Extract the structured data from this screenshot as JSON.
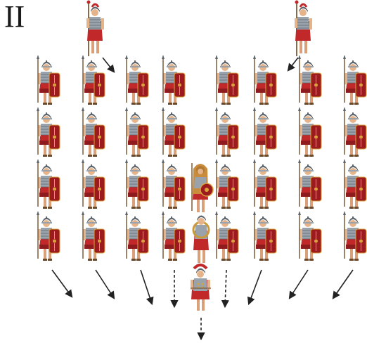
{
  "figure": {
    "label": "II",
    "colors": {
      "tunic": "#c0282a",
      "tunic_dark": "#8e1c1e",
      "shield": "#9c1b1f",
      "shield_rim": "#d9a23a",
      "armor": "#9aa3ab",
      "armor_dark": "#5d656c",
      "skin": "#e6b48a",
      "leg": "#d9a07a",
      "arrow": "#222222",
      "lion": "#c98b3c"
    },
    "soldier_icon": "legionary-with-scutum-icon",
    "officer_icon": "centurion-with-pilum-icon",
    "standard_bearer_icon": "signifer-lion-pelt-icon",
    "musician_icon": "cornicen-icon",
    "commander_icon": "centurion-crested-helmet-icon",
    "arrow_icon": "movement-arrow-icon",
    "formation": {
      "columns": 8,
      "ranks": 4
    }
  }
}
